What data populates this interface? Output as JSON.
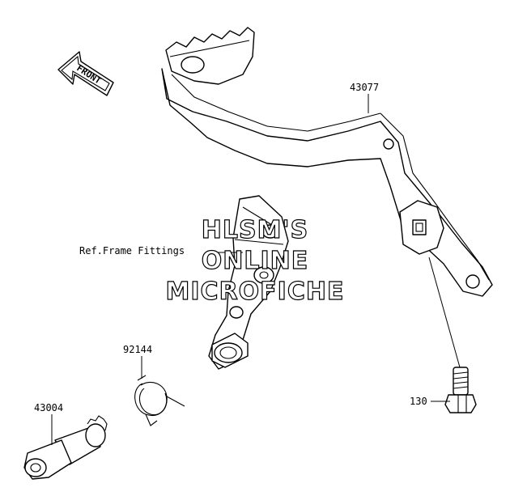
{
  "labels": {
    "brake_pedal": "43077",
    "ref_frame": "Ref.Frame Fittings",
    "spring": "92144",
    "shaft": "43004",
    "bolt": "130"
  },
  "front_arrow": "FRONT",
  "watermark": {
    "line1": "HLSM'S",
    "line2": "ONLINE",
    "line3": "MICROFICHE"
  }
}
